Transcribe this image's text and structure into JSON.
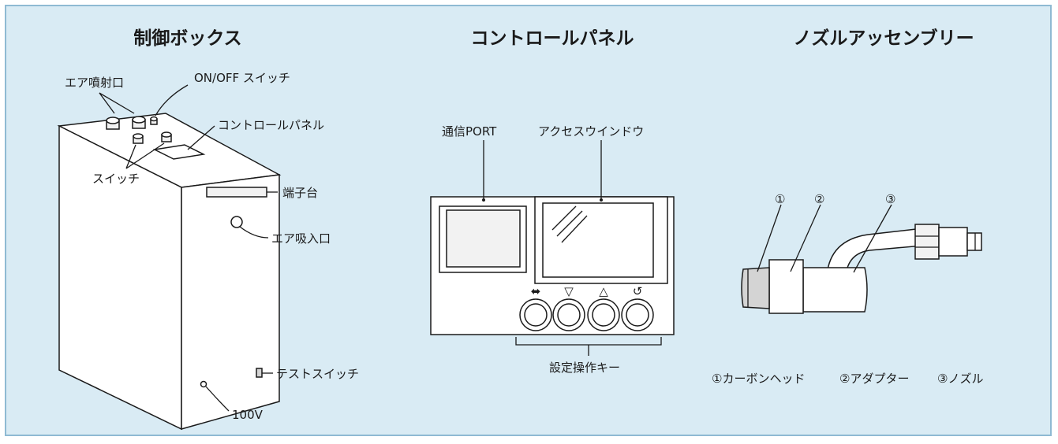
{
  "titles": {
    "control_box": "制御ボックス",
    "control_panel": "コントロールパネル",
    "nozzle_assembly": "ノズルアッセンブリー"
  },
  "control_box": {
    "air_outlet": "エア噴射口",
    "on_off_switch": "ON/OFF スイッチ",
    "control_panel": "コントロールパネル",
    "switch": "スイッチ",
    "terminal_block": "端子台",
    "air_inlet": "エア吸入口",
    "test_switch": "テストスイッチ",
    "power": "100V"
  },
  "control_panel": {
    "comm_port": "通信PORT",
    "access_window": "アクセスウインドウ",
    "setting_keys": "設定操作キー",
    "key_symbols": [
      "⬌",
      "▽",
      "△",
      "↺"
    ]
  },
  "nozzle_assembly": {
    "marker_1": "①",
    "marker_2": "②",
    "marker_3": "③",
    "legend_1": "①カーボンヘッド",
    "legend_2": "②アダプター",
    "legend_3": "③ノズル"
  }
}
